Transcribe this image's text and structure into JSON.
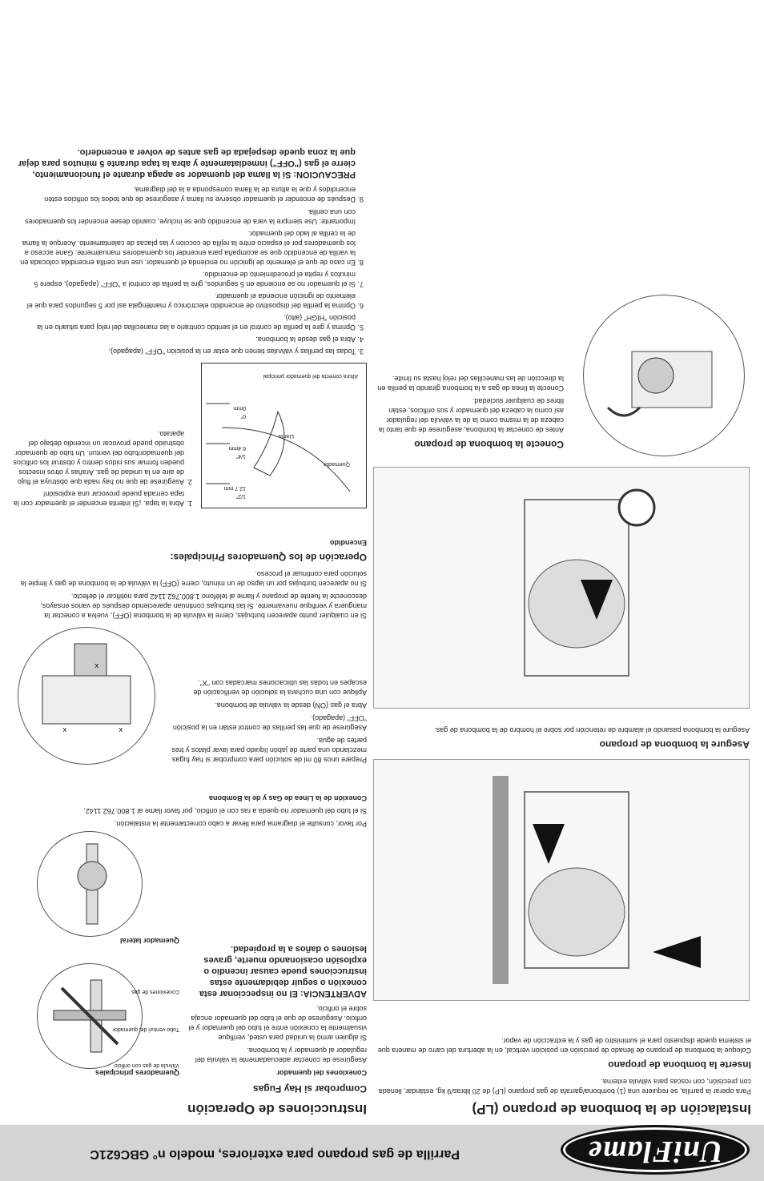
{
  "header": {
    "brand": "UniFlame",
    "title": "Parrilla de gas propano para exteriores, modelo n° GBC621C"
  },
  "left": {
    "title": "Instalación de la bombona de propano (LP)",
    "intro": "Para operar la parrilla, se requiere una (1) bombona/garrafa de gas propano (LP) de 20 libras/9 kg, estándar, llenada con precisión, con roscas para válvula externa.",
    "insert_title": "Inserte la bombona de propano",
    "insert_text": "Coloque la bombona de propano de llenado de precisión en posición vertical, en la abertura del carro de manera que el sistema quede dispuesto para el suministro de gas y la extracción de vapor.",
    "secure_title": "Asegure la bombona de propano",
    "secure_text": "Asegure la bombona pasando el alambre de retención por sobre el hombro de la bombona de gas.",
    "connect_title": "Conecte la bombona de propano",
    "connect_text_1": "Antes de conectar la bombona, asegúrese de que tanto la cabeza de la misma como la de la válvula del regulador así como la cabeza del quemador y sus orificios, están libres de cualquier suciedad.",
    "connect_text_2": "Conecte la línea de gas a la bombona girando la perilla en la dirección de las manecillas del reloj hasta su límite."
  },
  "mid": {
    "title": "Instrucciones de Operación",
    "leak_title": "Comprobar si Hay Fugas",
    "burner_conn_title": "Conexiones del quemador",
    "burner_conn_text": "Asegúrese de conectar adecuadamente la válvula del regulador al quemador y la bombona.",
    "assembled_text": "Si alguien armó la unidad para usted, verifique visualmente la conexión entre el tubo del quemador y el orificio. Asegúrese de que el tubo del quemador encaja sobre el orificio.",
    "warning": "ADVERTENCIA: El no inspeccionar esta conexión o seguir debidamente estas instrucciones puede causar incendio o explosión ocasionando muerte, graves lesiones o daños a la propiedad.",
    "consult_text": "Por favor, consulte el diagrama para llevar a cabo correctamente la instalación.",
    "call_text": "Si el tubo del quemador no queda a ras con el orificio, por favor llame al 1.800.762.1142.",
    "gasline_title": "Conexión de la Línea de Gas y de la Bombona",
    "gasline_text": "Prepare unos 80 ml de solución para comprobar si hay fugas mezclando una parte de jabón líquido para lavar platos y tres partes de agua.",
    "knobs_text": "Asegúrese de que las perillas de control están en la posición \"OFF\" (apagado).",
    "open_text": "Abra el gas (ON) desde la válvula de bombona.",
    "apply_text": "Aplique con una cuchara la solución de verificación de escapes en todas las ubicaciones marcadas con \"X\".",
    "bubbles_text": "Si en cualquier punto aparecen burbujas, cierre la válvula de la bombona (OFF), vuelva a conectar la manguera y verifique nuevamente. Si las burbujas continúan apareciendo después de varios ensayos, desconecte la fuente de propano y llame al teléfono 1.800.762.1142 para notificar el defecto.",
    "nobubbles_text": "Si no aparecen burbujas por un lapso de un minuto, cierre (OFF) la válvula de la bombona de gas y limpie la solución para continuar el proceso.",
    "main_title": "Operación de los Quemadores Principales:",
    "lighting_title": "Encendido",
    "step1": "Abra la tapa. ¡Si intenta encender el quemador con la tapa cerrada puede provocar una explosión!",
    "step2": "Asegúrese de que no hay nada que obstruya el flujo de aire en la unidad de gas. Arañas y otros insectos pueden formar sus nidos dentro y obstruir los orificios del quemador/tubo del venturi. Un tubo de quemador obstruido puede provocar un incendio debajo del aparato.",
    "step3": "Todas las perillas y válvulas tienen que estar en la posición \"OFF\" (apagado).",
    "step4": "Abra el gas desde la bombona.",
    "step5": "Oprima y gire la perilla de control en el sentido contrario a las manecillas del reloj para situarlo en la posición \"HIGH\" (alto).",
    "step6": "Oprima la perilla del dispositivo de encendido electrónico y manténgala así por 5 segundos para que el elemento de ignición encienda el quemador.",
    "step7": "Si el quemador no se enciende en 5 segundos, gire la perilla de control a \"OFF\" (apagado), espere 5 minutos y repita el procedimiento de encendido.",
    "step8": "En caso de que el elemento de ignición no encienda el quemador, use una cerilla encendida colocada en la varilla de encendido que se acompaña para encender los quemadores manualmente. Gane acceso a los quemadores por el espacio entre la rejilla de cocción y las placas de calentamiento. Acerque la llama de la cerilla al lado del quemador.",
    "important": "Importante: Use siempre la vara de encendido que se incluye, cuando desee encender los quemadores con una cerilla.",
    "step9": "Después de encender el quemador observe su llama y asegúrese de que todos los orificios estén encendidos y que la altura de la llama corresponda a la del diagrama.",
    "caution": "PRECAUCION: Si la llama del quemador se apaga durante el funcionamiento, cierre el gas (\"OFF\") inmediatamente y abra la tapa durante 5 minutos para dejar que la zona quede despejada de gas antes de volver a encenderlo."
  },
  "figures": {
    "main_burners": "Quemadores principales",
    "side_burner": "Quemador lateral",
    "valve": "Válvula de gas con orificio",
    "venturi": "Tubo venturi del quemador",
    "gas_conn": "Conexiones de gas",
    "flame_label": "Llama",
    "burner_label": "Quemador",
    "flame_height": "Altura correcta del quemador principal",
    "dim1": "1/2\"",
    "dim1_mm": "12.7 mm",
    "dim2": "1/4\"",
    "dim2_mm": "6.4mm",
    "dim3": "0\"",
    "dim3_mm": "0mm",
    "x_mark": "x"
  }
}
